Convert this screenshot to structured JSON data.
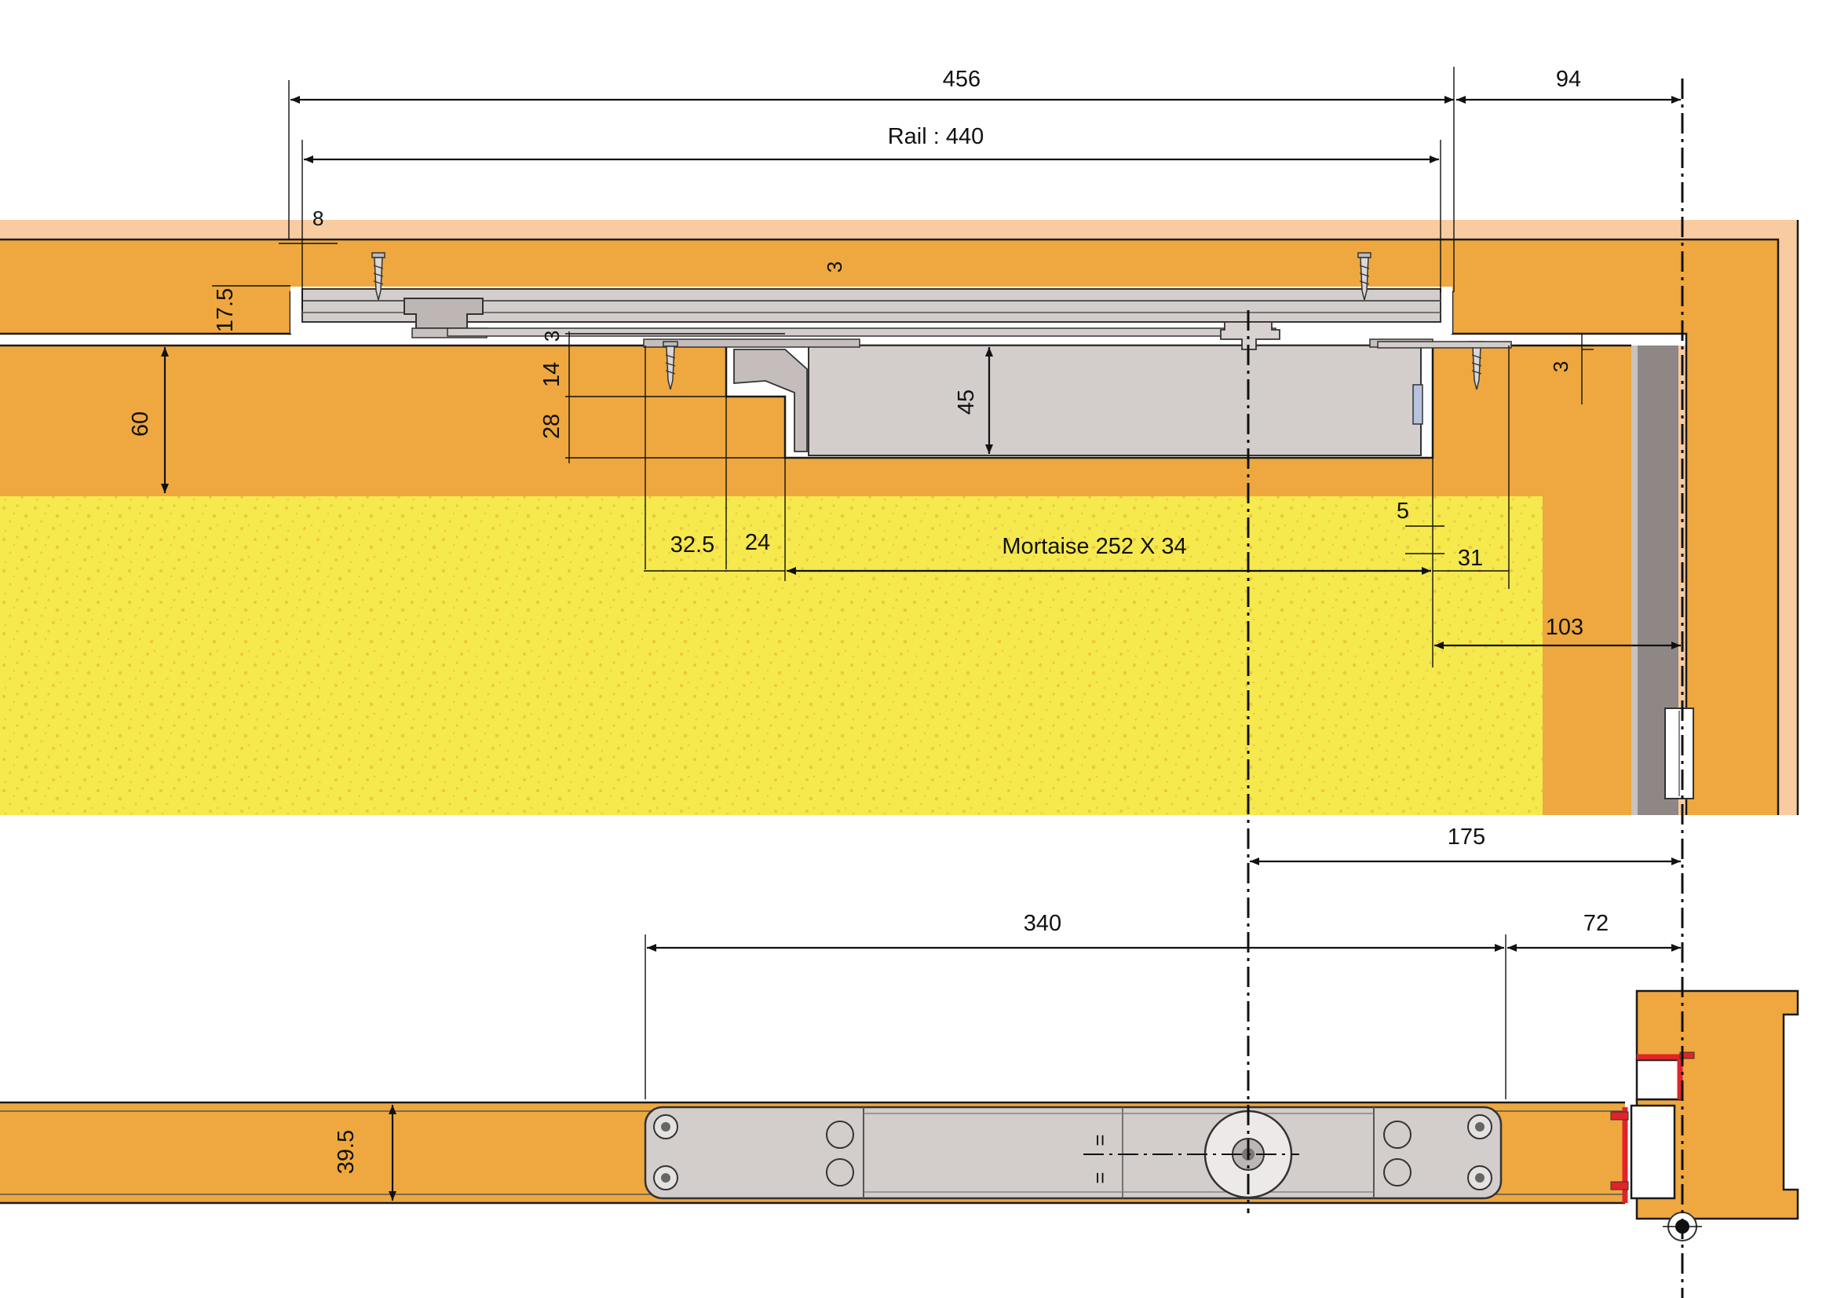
{
  "colors": {
    "wood": "#eea83f",
    "frame_edge": "#f8ccA0",
    "door_core": "#f5e94e",
    "metal": "#d3cdcc",
    "seal": "#8e8785",
    "hinge_red": "#e0242a",
    "line": "#111111"
  },
  "dimensions": {
    "top_overall": "456",
    "top_offset": "94",
    "rail": "Rail : 440",
    "recess_width": "8",
    "recess_depth": "17.5",
    "plate_gap": "3",
    "head_depth": "60",
    "step_3": "3",
    "step_14": "14",
    "step_28": "28",
    "body_height": "45",
    "right_gap": "3",
    "left_32_5": "32.5",
    "left_24": "24",
    "mortise": "Mortaise 252 X 34",
    "gap_5": "5",
    "gap_31": "31",
    "gap_103": "103",
    "pivot_175": "175",
    "arm_340": "340",
    "arm_72": "72",
    "thickness": "39.5",
    "equal_top": "=",
    "equal_bottom": "="
  }
}
